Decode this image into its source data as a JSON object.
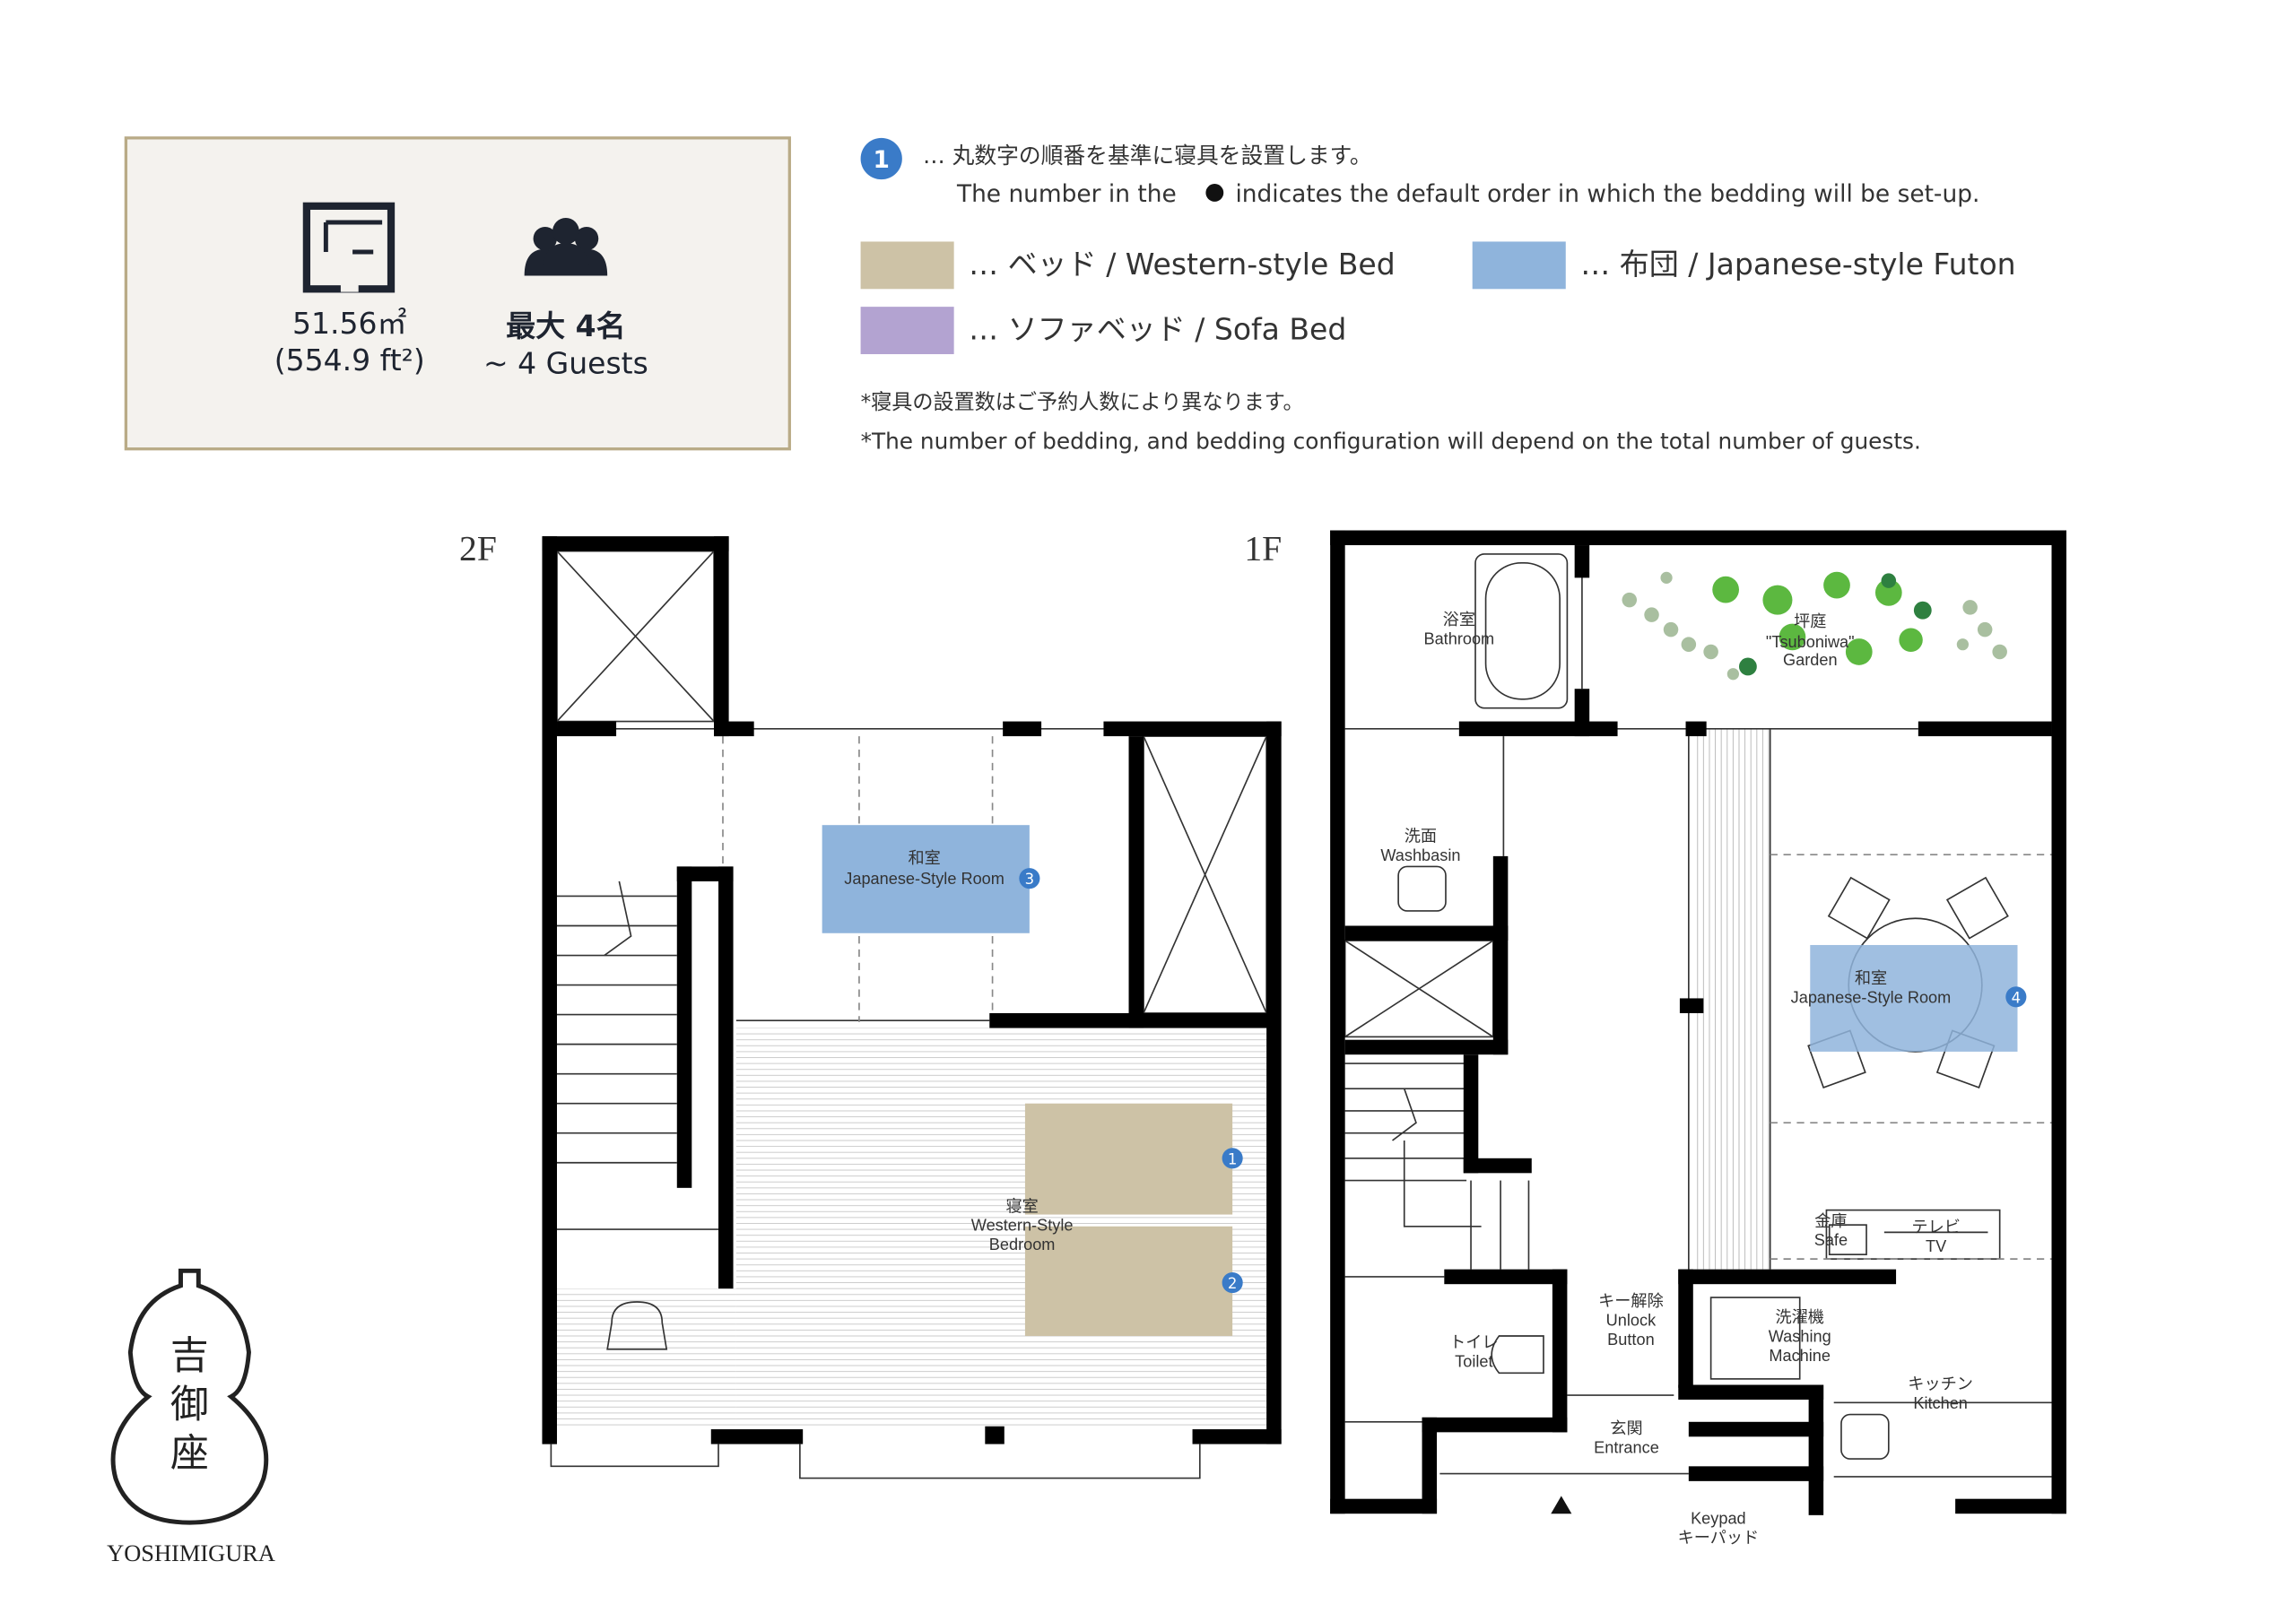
{
  "summary": {
    "area_sqm": "51.56㎡",
    "area_sqft": "(554.9 ft²)",
    "capacity_jp": "最大 4名",
    "capacity_en": "~ 4 Guests",
    "icons": [
      "floorplan-icon",
      "guests-icon"
    ]
  },
  "legend": {
    "badge_number": "1",
    "order_jp": "… 丸数字の順番を基準に寝具を設置します。",
    "order_en_pre": "The number in the",
    "order_en_post": "indicates the default order in which the bedding will be set-up.",
    "items": [
      {
        "label": "… ベッド / Western-style Bed",
        "color": "#cdc2a6"
      },
      {
        "label": "… 布団 / Japanese-style Futon",
        "color": "#8fb4dc"
      },
      {
        "label": "… ソファベッド / Sofa Bed",
        "color": "#b3a3d1"
      }
    ],
    "note_jp": "*寝具の設置数はご予約人数により異なります。",
    "note_en": "*The number of bedding, and bedding configuration will depend on the total number of guests."
  },
  "colors": {
    "badge": "#3a7bc8",
    "frame_border": "#b9ab87",
    "frame_bg": "#f4f2ee"
  },
  "floor2": {
    "title": "2F",
    "japanese_room": {
      "jp": "和室",
      "en": "Japanese-Style Room",
      "badge": "3"
    },
    "bedroom": {
      "jp": "寝室",
      "en1": "Western-Style",
      "en2": "Bedroom"
    },
    "bed_badges": [
      "1",
      "2"
    ]
  },
  "floor1": {
    "title": "1F",
    "bathroom": {
      "jp": "浴室",
      "en": "Bathroom"
    },
    "garden": {
      "jp": "坪庭",
      "en1": "\"Tsuboniwa\"",
      "en2": "Garden"
    },
    "washbasin": {
      "jp": "洗面",
      "en": "Washbasin"
    },
    "japanese_room": {
      "jp": "和室",
      "en": "Japanese-Style Room",
      "badge": "4"
    },
    "safe": {
      "jp": "金庫",
      "en": "Safe"
    },
    "tv": {
      "jp": "テレビ",
      "en": "TV"
    },
    "unlock": {
      "jp": "キー解除",
      "en1": "Unlock",
      "en2": "Button"
    },
    "washing": {
      "jp": "洗濯機",
      "en1": "Washing",
      "en2": "Machine"
    },
    "toilet": {
      "jp": "トイレ",
      "en": "Toilet"
    },
    "kitchen": {
      "jp": "キッチン",
      "en": "Kitchen"
    },
    "entrance": {
      "jp": "玄関",
      "en": "Entrance"
    },
    "keypad": {
      "en": "Keypad",
      "jp": "キーパッド"
    }
  },
  "logo": {
    "kanji": [
      "吉",
      "御",
      "座"
    ],
    "name": "YOSHIMIGURA"
  }
}
